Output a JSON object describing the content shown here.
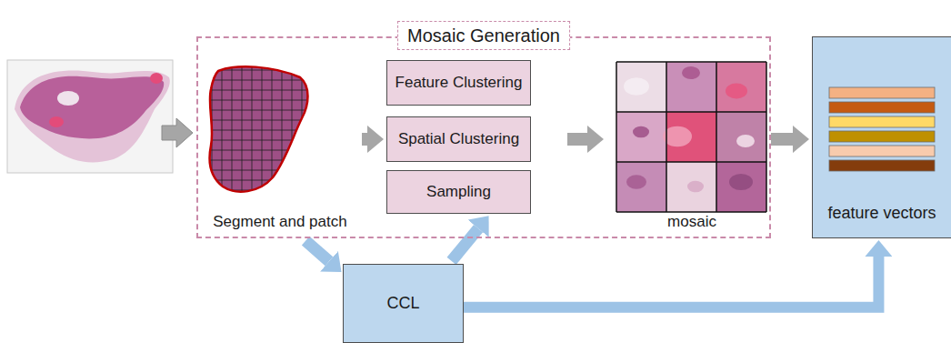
{
  "diagram": {
    "nodes": [
      {
        "text": [
          "Mosaic Generation"
        ]
      },
      {
        "text": [
          "Segment and patch"
        ],
        "in": 0
      },
      {
        "text": [
          "Feature Clustering"
        ],
        "in": 0
      },
      {
        "text": [
          "Spatial Clustering"
        ],
        "in": 0
      },
      {
        "text": [
          "Sampling"
        ],
        "in": 0
      },
      {
        "text": [
          "mosaic"
        ],
        "in": 0
      },
      {
        "text": [
          "feature vectors"
        ]
      },
      {
        "text": [
          "CCL"
        ]
      }
    ],
    "edges": [
      {
        "from": 1,
        "to": 3,
        "arrow": "to"
      },
      {
        "from": 3,
        "to": 5,
        "arrow": "to"
      },
      {
        "from": 5,
        "to": 6,
        "arrow": "to"
      },
      {
        "from": 1,
        "to": 7,
        "arrow": "to"
      },
      {
        "from": 7,
        "to": 4,
        "arrow": "to"
      },
      {
        "from": 7,
        "to": 6,
        "arrow": "to"
      }
    ]
  }
}
